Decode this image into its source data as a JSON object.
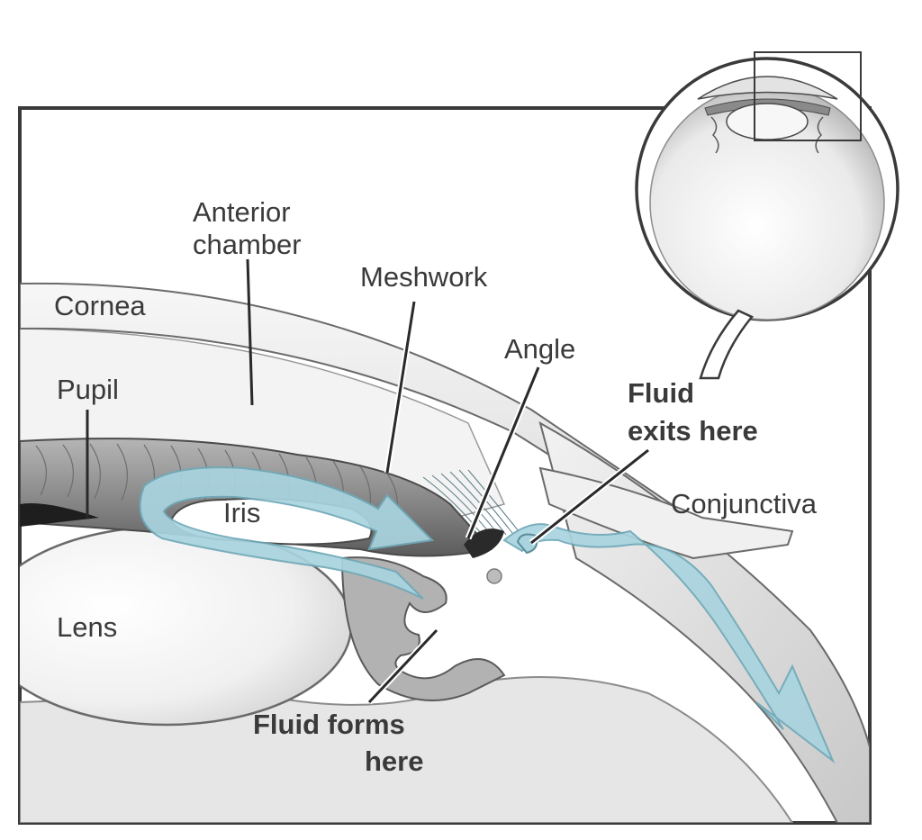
{
  "diagram": {
    "colors": {
      "frame": "#3a3a3a",
      "fluid_flow": "#a9d4df",
      "fluid_flow_edge": "#6fa9b8",
      "tissue_light": "#eeeeee",
      "tissue_mid": "#cfcfcf",
      "tissue_dark": "#7a7a7a"
    },
    "labels": {
      "anterior_chamber": [
        "Anterior",
        "chamber"
      ],
      "cornea": "Cornea",
      "meshwork": "Meshwork",
      "angle": "Angle",
      "pupil": "Pupil",
      "fluid_exits": [
        "Fluid",
        "exits here"
      ],
      "iris": "Iris",
      "conjunctiva": "Conjunctiva",
      "lens": "Lens",
      "fluid_forms": [
        "Fluid forms",
        "here"
      ]
    },
    "inset": {
      "subject": "whole-eyeball-cross-section",
      "highlight": "front-angle-region"
    }
  }
}
